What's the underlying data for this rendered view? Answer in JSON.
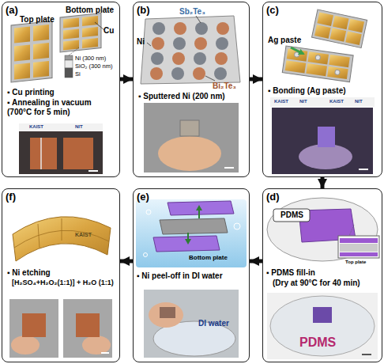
{
  "diagram": {
    "nodes": [
      {
        "text": [
          "(a)",
          "Bottom plate",
          "Top plate",
          "Cu",
          "Ni (300 nm)",
          "SiO₂ (300 nm)",
          "Si",
          "▪ Cu printing",
          "▪ Annealing in vacuum (700°C for 5 min)",
          "KAIST",
          "NIT"
        ]
      },
      {
        "text": [
          "(b)",
          "Sb₂Te₃",
          "Ni",
          "Bi₂Te₃",
          "▪ Sputtered Ni (200 nm)"
        ]
      },
      {
        "text": [
          "(c)",
          "Ag paste",
          "▪ Bonding (Ag paste)",
          "KAIST",
          "NIT",
          "KAIST",
          "NIT"
        ]
      },
      {
        "text": [
          "(d)",
          "PDMS",
          "Top plate",
          "▪ PDMS fill-in",
          "(Dry at 90°C for 40 min)",
          "PDMS"
        ]
      },
      {
        "text": [
          "(e)",
          "Bottom plate",
          "▪ Ni peel-off in DI water",
          "DI water"
        ]
      },
      {
        "text": [
          "(f)",
          "KAIST",
          "▪ Ni etching",
          "[H₂SO₄+H₂O₂(1:1)] + H₂O (1:1)"
        ]
      }
    ],
    "edges": [
      {
        "from": 0,
        "to": 1,
        "arrow": "to"
      },
      {
        "from": 1,
        "to": 2,
        "arrow": "to"
      },
      {
        "from": 2,
        "to": 3,
        "arrow": "to"
      },
      {
        "from": 3,
        "to": 4,
        "arrow": "to"
      },
      {
        "from": 4,
        "to": 5,
        "arrow": "to"
      }
    ]
  }
}
